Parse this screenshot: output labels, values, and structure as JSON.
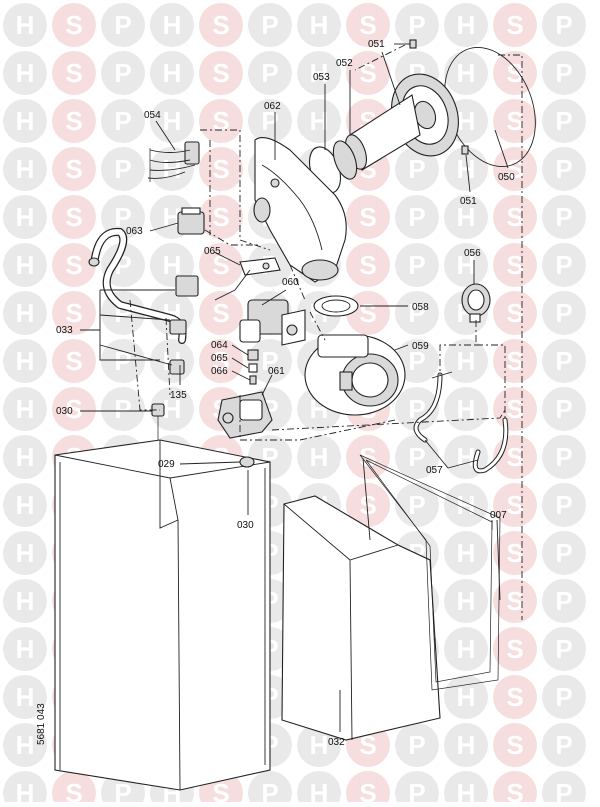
{
  "watermark": {
    "letters": [
      "H",
      "S",
      "P"
    ]
  },
  "labels": {
    "p051a": "051",
    "p052": "052",
    "p053": "053",
    "p054": "054",
    "p062": "062",
    "p050": "050",
    "p051b": "051",
    "p063": "063",
    "p065a": "065",
    "p056": "056",
    "p060": "060",
    "p058": "058",
    "p033": "033",
    "p064": "064",
    "p065b": "065",
    "p066": "066",
    "p059": "059",
    "p061": "061",
    "p135": "135",
    "p030a": "030",
    "p029": "029",
    "p057": "057",
    "p030b": "030",
    "p007": "007",
    "p032": "032",
    "drawing_no": "5681 043"
  }
}
